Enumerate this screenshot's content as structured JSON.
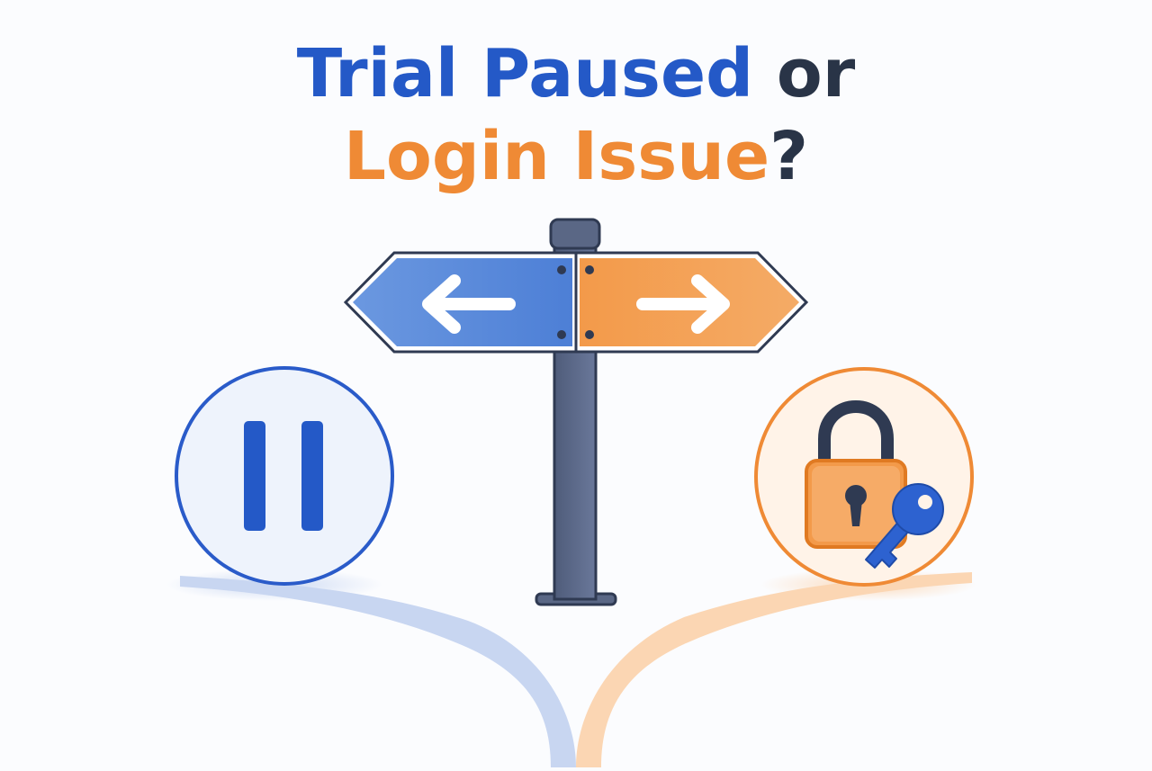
{
  "headline": {
    "line1_highlight": "Trial Paused",
    "line1_rest": " or",
    "line2_highlight": "Login Issue",
    "line2_rest": "?"
  },
  "colors": {
    "blue": "#2459c7",
    "blue_light": "#5f8edb",
    "orange": "#ef8a35",
    "orange_light": "#f3a766",
    "dark": "#293447",
    "pole": "#5f6d8c",
    "path_blue": "#c8d6f1",
    "path_orange": "#fbd6b3"
  },
  "icons": {
    "left_option": "pause-icon",
    "right_option": "padlock-with-key-icon",
    "left_arrow": "arrow-left-icon",
    "right_arrow": "arrow-right-icon",
    "center": "signpost-icon"
  }
}
